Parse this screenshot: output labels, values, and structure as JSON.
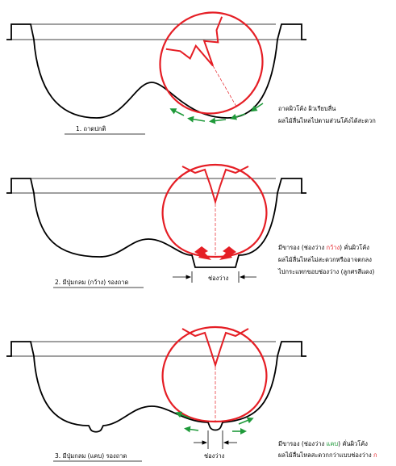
{
  "panels": [
    {
      "caption": "1. ถาดปกติ",
      "note_line1": "ถาดผิวโค้ง ผิวเรียบลื่น",
      "note_line2": "ผลไม้ลื่นไหลไปตามส่วนโค้งได้สะดวก"
    },
    {
      "caption": "2. มีปุ่มกลม (กว้าง) รองถาด",
      "note_line1_a": "มีขารอง (ช่องว่าง ",
      "note_line1_b": "กว้าง",
      "note_line1_c": ") คั่นผิวโค้ง",
      "note_line2": "ผลไม้ลื่นไหลไม่สะดวกหรืออาจตกลง",
      "note_line3": "ไปกระแทกขอบช่องว่าง (ลูกศรสีแดง)",
      "gap_label": "ช่องว่าง"
    },
    {
      "caption": "3. มีปุ่มกลม (แคบ) รองถาด",
      "note_line1_a": "มีขารอง (ช่องว่าง ",
      "note_line1_b": "แคบ",
      "note_line1_c": ") คั่นผิวโค้ง",
      "note_line2_a": "ผลไม้ลื่นไหลสะดวกกว่าแบบช่องว่าง ",
      "note_line2_b": "ก",
      "gap_label": "ช่องว่าง"
    }
  ],
  "colors": {
    "outline": "#000000",
    "fruit": "#e51e25",
    "arrow_green": "#1f9a3a",
    "arrow_red": "#e51e25"
  }
}
